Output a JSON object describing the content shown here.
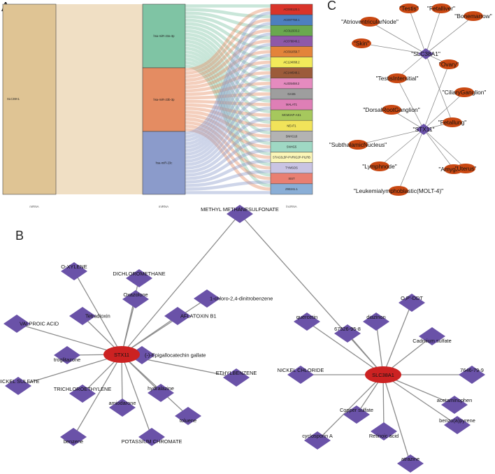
{
  "colors": {
    "mrna_node": "#dfc494",
    "link_mrna": "#f0dfc4",
    "mirna_23a": "#7fc4a4",
    "mirna_23b": "#e48c62",
    "mirna_23c": "#8b9bcb",
    "gene_node": "#cc2222",
    "chemical_node": "#6a52a8",
    "tissue_node": "#c94812",
    "edge": "#8c8c8c"
  },
  "panels": {
    "a": {
      "label": "A",
      "axis_labels": [
        "mRNA",
        "miRNA",
        "lncRNA"
      ],
      "mrna": "SLC38A1",
      "mirnas": [
        "hsa-miR-23a-3p",
        "hsa-miR-23b-3p",
        "hsa-miR-23c"
      ],
      "lncrnas": [
        {
          "name": "AC000120.1",
          "color": "#d9342a"
        },
        {
          "name": "AC007750.1",
          "color": "#4e7fbf"
        },
        {
          "name": "AC011503.2",
          "color": "#6aa84f"
        },
        {
          "name": "AC078846.1",
          "color": "#8e59a8"
        },
        {
          "name": "AC091059.7",
          "color": "#e3843a"
        },
        {
          "name": "AC124068.2",
          "color": "#f2ea5a"
        },
        {
          "name": "AC144548.1",
          "color": "#9c5b3a"
        },
        {
          "name": "AL035458.2",
          "color": "#e58bbf"
        },
        {
          "name": "GAS5",
          "color": "#9e9e9e"
        },
        {
          "name": "MALAT1",
          "color": "#de7fb6"
        },
        {
          "name": "MCM3AP-AS1",
          "color": "#a6c85d"
        },
        {
          "name": "NEAT1",
          "color": "#f1e35a"
        },
        {
          "name": "SNHG16",
          "color": "#b3b3b3"
        },
        {
          "name": "SNHG5",
          "color": "#9fd8c4"
        },
        {
          "name": "STAG3L5P-PVRIG2P-PILRB",
          "color": "#fbf6b8"
        },
        {
          "name": "TYMSOS",
          "color": "#c9c4e3"
        },
        {
          "name": "XIST",
          "color": "#e97f72"
        },
        {
          "name": "Z93241.1",
          "color": "#8aaed6"
        }
      ]
    },
    "b": {
      "label": "B",
      "genes": [
        "STX11",
        "SLC38A1"
      ],
      "chemicals": [
        "METHYL METHANESULFONATE",
        "DICHLOROMETHANE",
        "O-XYLENE",
        "Oxazolone",
        "Tetradioxin",
        "1-chloro-2,4-dinitrobenzene",
        "AFLATOXIN B1",
        "VALPROIC ACID",
        "troglitazone",
        "(-)-Epigallocatechin gallate",
        "ETHYLBENZENE",
        "NICKEL SULFATE",
        "TRICHLOROETHYLENE",
        "hydralazine",
        "amiodarone",
        "toluene",
        "benzene",
        "POTASSIUM CHROMATE",
        "O,P'-DDT",
        "quercetin",
        "diazinon",
        "67526-95-8",
        "Cadmium sulfate",
        "NICKEL CHLORIDE",
        "7646-79-9",
        "acetaminophen",
        "Copper sulfate",
        "benzo(a)pyrene",
        "cyclosporin A",
        "Retinoic acid",
        "atrazine"
      ]
    },
    "c": {
      "label": "C",
      "genes": [
        "\"SLC38A1\"",
        "\"STX11\""
      ],
      "tissues": [
        "\"Testis\"",
        "\"Fetalliver\"",
        "\"AtrioventricularNode\"",
        "\"Bonemarrow\"",
        "\"Skin\"",
        "\"Ovary\"",
        "\"TestisIntersitial\"",
        "\"CiliaryGanglion\"",
        "\"DorsalRootGanglion\"",
        "\"Fetallung\"",
        "\"SubthalamicNucleus\"",
        "\"Lymphnode\"",
        "\"Amygdala\"",
        "\"Uterus\"",
        "\"Leukemialymphoblastic(MOLT-4)\""
      ]
    }
  }
}
